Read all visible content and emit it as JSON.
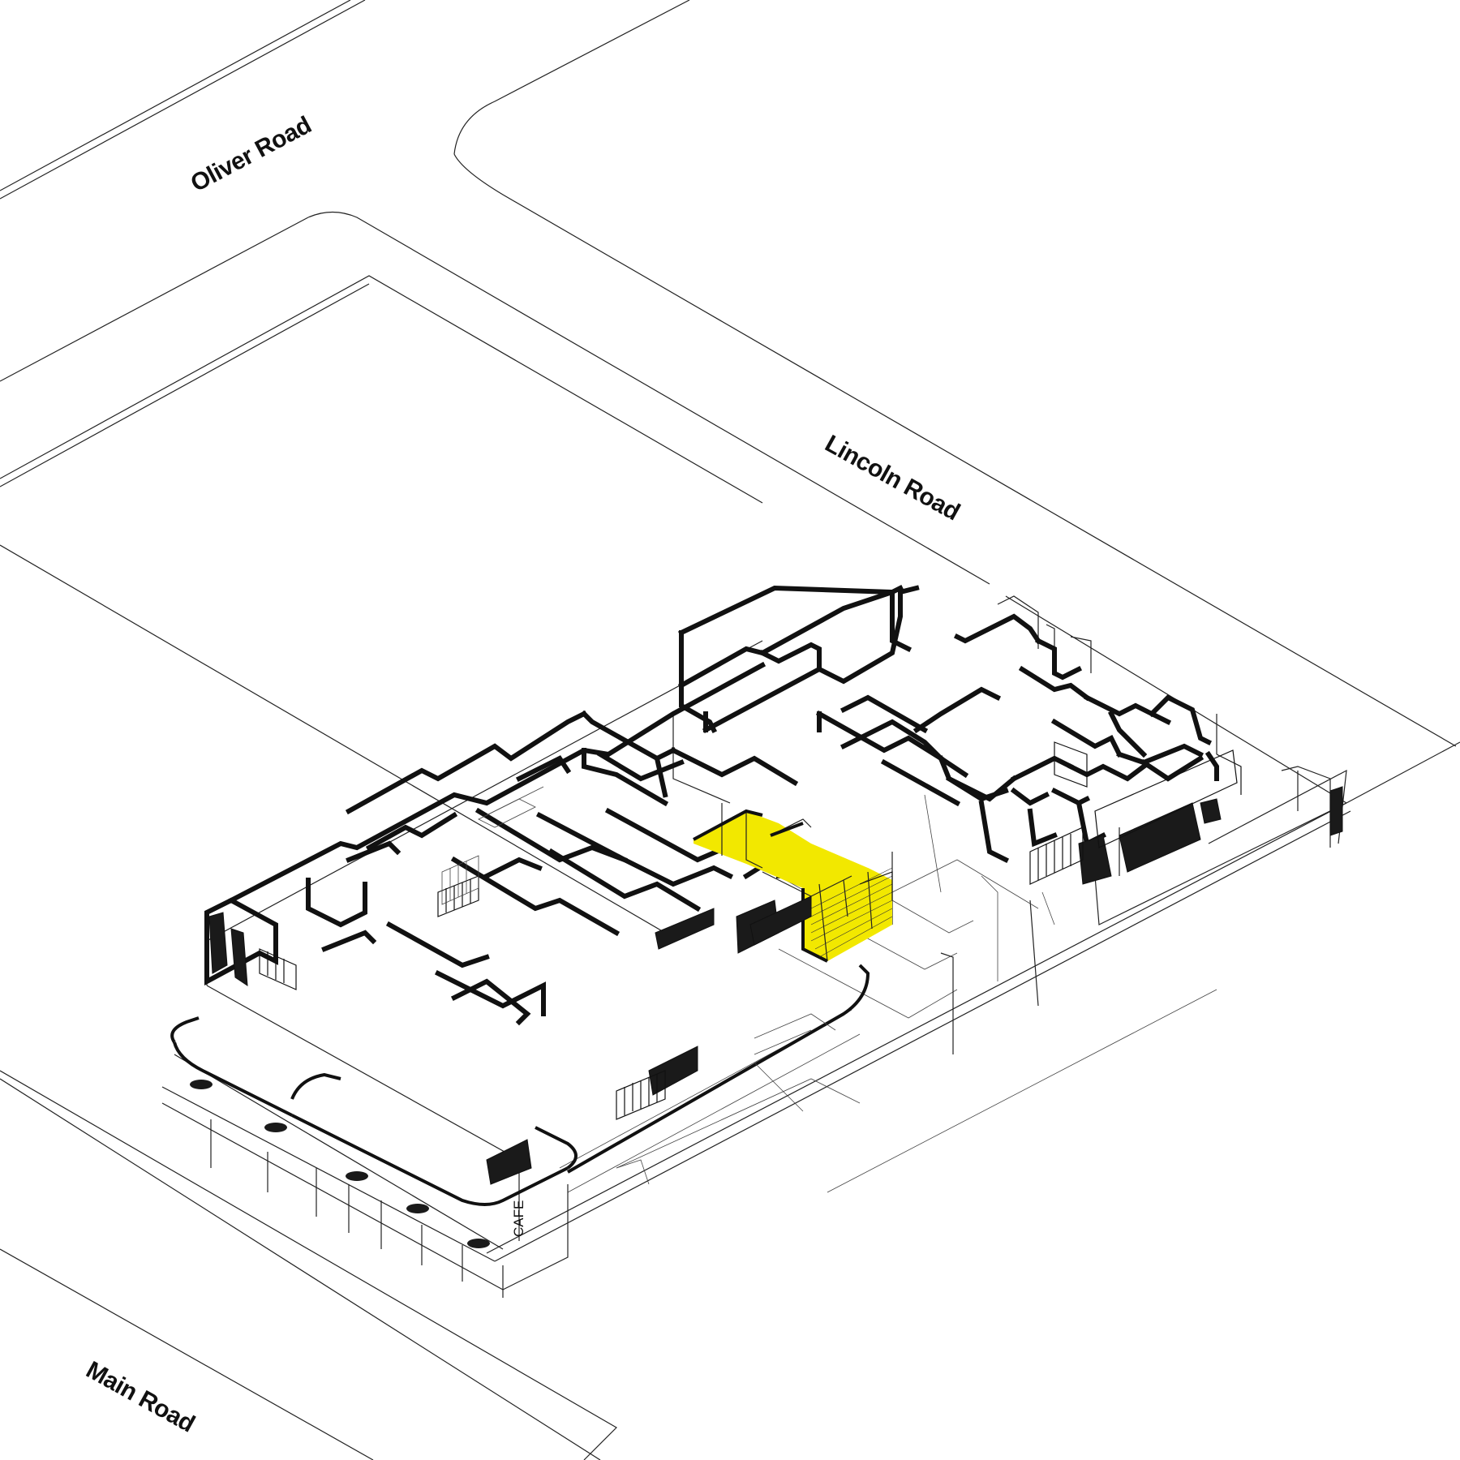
{
  "roads": {
    "oliver": "Oliver Road",
    "lincoln": "Lincoln Road",
    "main": "Main Road"
  },
  "shop_sign": "CAFE",
  "colors": {
    "highlight": "#F2E800",
    "wall": "#111111",
    "line": "#222222",
    "background": "#FFFFFF"
  }
}
